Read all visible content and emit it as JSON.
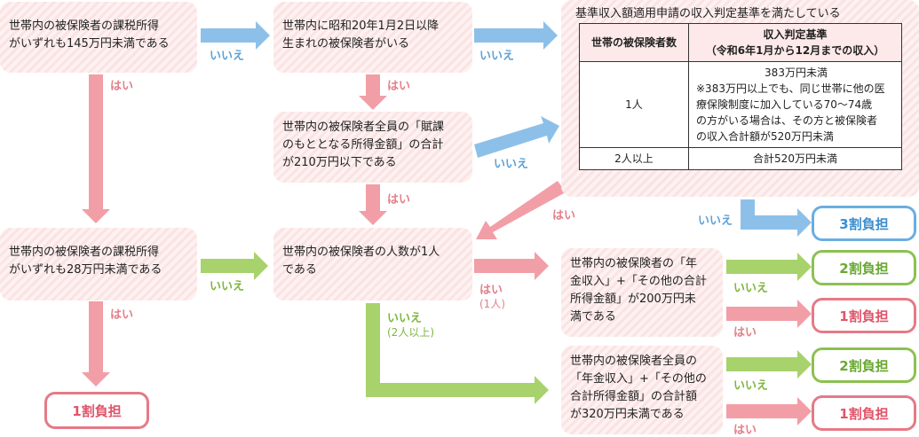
{
  "boxes": {
    "q1": [
      "世帯内の被保険者の課税所得",
      "がいずれも145万円未満である"
    ],
    "q2": [
      "世帯内に昭和20年1月2日以降",
      "生まれの被保険者がいる"
    ],
    "q3": [
      "世帯内の被保険者全員の「賦課",
      "のもととなる所得金額」の合計",
      "が210万円以下である"
    ],
    "q4": [
      "世帯内の被保険者の課税所得",
      "がいずれも28万円未満である"
    ],
    "q5": [
      "世帯内の被保険者の人数が1人",
      "である"
    ],
    "q6": [
      "世帯内の被保険者の「年",
      "金収入」+「その他の合計",
      "所得金額」が200万円未",
      "満である"
    ],
    "q7": [
      "世帯内の被保険者全員の",
      "「年金収入」+「その他の",
      "合計所得金額」の合計額",
      "が320万円未満である"
    ]
  },
  "criteria": {
    "title": "基準収入額適用申請の収入判定基準を満たしている",
    "col1_header": "世帯の被保険者数",
    "col2_header": [
      "収入判定基準",
      "（令和6年1月から12月までの収入）"
    ],
    "row1_count": "1人",
    "row1_rule": [
      "383万円未満",
      "※383万円以上でも、同じ世帯に他の医",
      "療保険制度に加入している70～74歳",
      "の方がいる場合は、その方と被保険者",
      "の収入合計額が520万円未満"
    ],
    "row2_count": "2人以上",
    "row2_rule": "合計520万円未満"
  },
  "labels": {
    "yes": "はい",
    "no": "いいえ",
    "one_person": "(1人)",
    "two_or_more": "(2人以上)"
  },
  "results": {
    "r_left": "1割負担",
    "r_blue": "3割負担",
    "r_q6_green": "2割負担",
    "r_q6_red": "1割負担",
    "r_q7_green": "2割負担",
    "r_q7_red": "1割負担"
  },
  "colors": {
    "blue": "#8dc0e8",
    "pink": "#f29ea6",
    "green": "#a8d26c"
  }
}
